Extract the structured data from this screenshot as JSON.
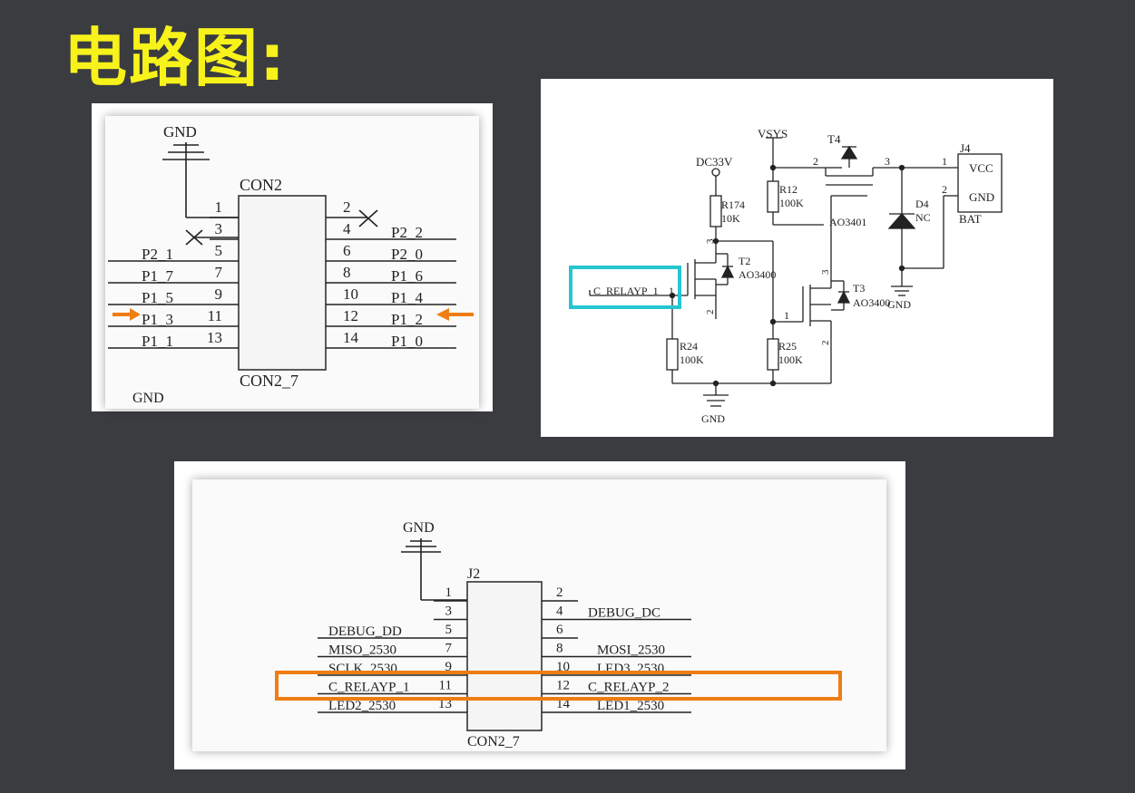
{
  "title": "电路图:",
  "connector_tl": {
    "gnd": "GND",
    "top_label": "CON2",
    "bottom_label": "CON2_7",
    "left_rows": [
      {
        "pin": "1",
        "net": ""
      },
      {
        "pin": "3",
        "net": ""
      },
      {
        "pin": "5",
        "net": "P2_1"
      },
      {
        "pin": "7",
        "net": "P1_7"
      },
      {
        "pin": "9",
        "net": "P1_5"
      },
      {
        "pin": "11",
        "net": "P1_3"
      },
      {
        "pin": "13",
        "net": "P1_1"
      }
    ],
    "right_rows": [
      {
        "pin": "2",
        "net": ""
      },
      {
        "pin": "4",
        "net": "P2_2"
      },
      {
        "pin": "6",
        "net": "P2_0"
      },
      {
        "pin": "8",
        "net": "P1_6"
      },
      {
        "pin": "10",
        "net": "P1_4"
      },
      {
        "pin": "12",
        "net": "P1_2"
      },
      {
        "pin": "14",
        "net": "P1_0"
      }
    ],
    "cut_text": "GND",
    "arrow_color": "#f07d12"
  },
  "relay_circuit": {
    "vsys": "VSYS",
    "dc33v": "DC33V",
    "t4": "T4",
    "j4": "J4",
    "vcc": "VCC",
    "gnd_pin": "GND",
    "bat": "BAT",
    "pin_1": "1",
    "pin_2": "2",
    "pin_3": "3",
    "r174": "R174",
    "r174_val": "10K",
    "r12": "R12",
    "r12_val": "100K",
    "ao3401": "AO3401",
    "d4": "D4",
    "nc": "NC",
    "t2": "T2",
    "t2_part": "AO3400",
    "t3": "T3",
    "t3_part": "AO3400",
    "gnd_t3": "GND",
    "input_label": "C_RELAYP_1",
    "r24": "R24",
    "r24_val": "100K",
    "r25": "R25",
    "r25_val": "100K",
    "gnd_bottom": "GND",
    "highlight_color": "#26c6d0"
  },
  "connector_j2": {
    "gnd": "GND",
    "ref": "J2",
    "bottom_label": "CON2_7",
    "left_rows": [
      {
        "pin": "1",
        "net": ""
      },
      {
        "pin": "3",
        "net": ""
      },
      {
        "pin": "5",
        "net": "DEBUG_DD"
      },
      {
        "pin": "7",
        "net": "MISO_2530"
      },
      {
        "pin": "9",
        "net": "SCLK_2530"
      },
      {
        "pin": "11",
        "net": "C_RELAYP_1"
      },
      {
        "pin": "13",
        "net": "LED2_2530"
      }
    ],
    "right_rows": [
      {
        "pin": "2",
        "net": ""
      },
      {
        "pin": "4",
        "net": "DEBUG_DC"
      },
      {
        "pin": "6",
        "net": ""
      },
      {
        "pin": "8",
        "net": "MOSI_2530"
      },
      {
        "pin": "10",
        "net": "LED3_2530"
      },
      {
        "pin": "12",
        "net": "C_RELAYP_2"
      },
      {
        "pin": "14",
        "net": "LED1_2530"
      }
    ],
    "highlight_color": "#f07d12"
  }
}
